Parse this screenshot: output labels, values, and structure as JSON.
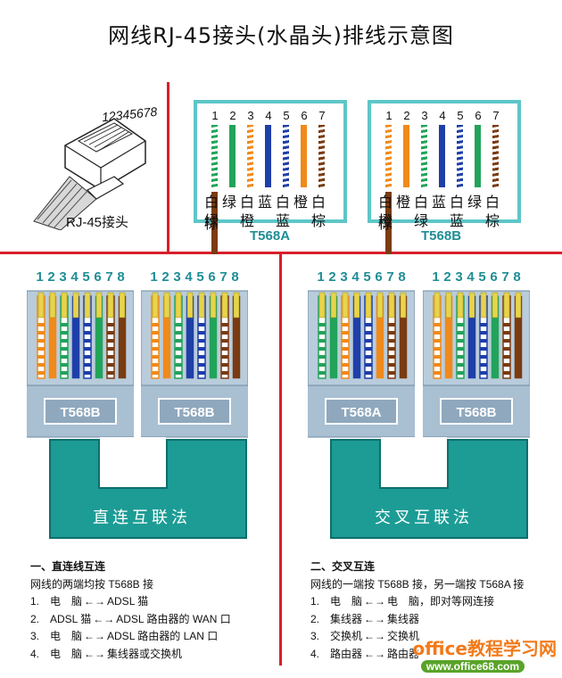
{
  "title": "网线RJ-45接头(水晶头)排线示意图",
  "connector": {
    "pins": "12345678",
    "label": "RJ-45接头"
  },
  "pin_numbers": [
    "1",
    "2",
    "3",
    "4",
    "5",
    "6",
    "7",
    "8"
  ],
  "standards": {
    "a": {
      "name": "T568A",
      "row1": [
        "白",
        "绿",
        "白",
        "蓝",
        "白",
        "橙",
        "白",
        "棕"
      ],
      "row2": [
        "绿",
        "",
        "橙",
        "",
        "蓝",
        "",
        "棕",
        ""
      ],
      "wires": [
        "#22a35a",
        "#22a35a",
        "#f08a1a",
        "#1f3fa8",
        "#1f3fa8",
        "#f08a1a",
        "#7a3b12",
        "#7a3b12"
      ],
      "striped": [
        true,
        false,
        true,
        false,
        true,
        false,
        true,
        false
      ]
    },
    "b": {
      "name": "T568B",
      "row1": [
        "白",
        "橙",
        "白",
        "蓝",
        "白",
        "绿",
        "白",
        "棕"
      ],
      "row2": [
        "橙",
        "",
        "绿",
        "",
        "蓝",
        "",
        "棕",
        ""
      ],
      "wires": [
        "#f08a1a",
        "#f08a1a",
        "#22a35a",
        "#1f3fa8",
        "#1f3fa8",
        "#22a35a",
        "#7a3b12",
        "#7a3b12"
      ],
      "striped": [
        true,
        false,
        true,
        false,
        true,
        false,
        true,
        false
      ]
    }
  },
  "straight": {
    "plug_labels": [
      "T568B",
      "T568B"
    ],
    "cable_label": "直连互联法",
    "heading": "一、直连线互连",
    "subheading": "网线的两端均按 T568B 接",
    "items": [
      {
        "n": "1.",
        "left": "电　脑",
        "right": "ADSL 猫"
      },
      {
        "n": "2.",
        "left": "ADSL 猫",
        "right": "ADSL 路由器的 WAN 口"
      },
      {
        "n": "3.",
        "left": "电　脑",
        "right": "ADSL 路由器的 LAN 口"
      },
      {
        "n": "4.",
        "left": "电　脑",
        "right": "集线器或交换机"
      }
    ]
  },
  "cross": {
    "plug_labels": [
      "T568A",
      "T568B"
    ],
    "cable_label": "交叉互联法",
    "heading": "二、交叉互连",
    "subheading": "网线的一端按 T568B 接，另一端按 T568A 接",
    "items": [
      {
        "n": "1.",
        "left": "电　脑",
        "right": "电　脑，即对等网连接"
      },
      {
        "n": "2.",
        "left": "集线器",
        "right": "集线器"
      },
      {
        "n": "3.",
        "left": "交换机",
        "right": "交换机"
      },
      {
        "n": "4.",
        "left": "路由器",
        "right": "路由器"
      }
    ]
  },
  "arrow": "←→",
  "watermark": "office教程学习网",
  "watermark_url": "www.office68.com",
  "colors": {
    "teal": "#1c9c95",
    "border": "#5ec6c8",
    "divider": "#d81e2a",
    "plug_face": "#a9c1d6"
  }
}
